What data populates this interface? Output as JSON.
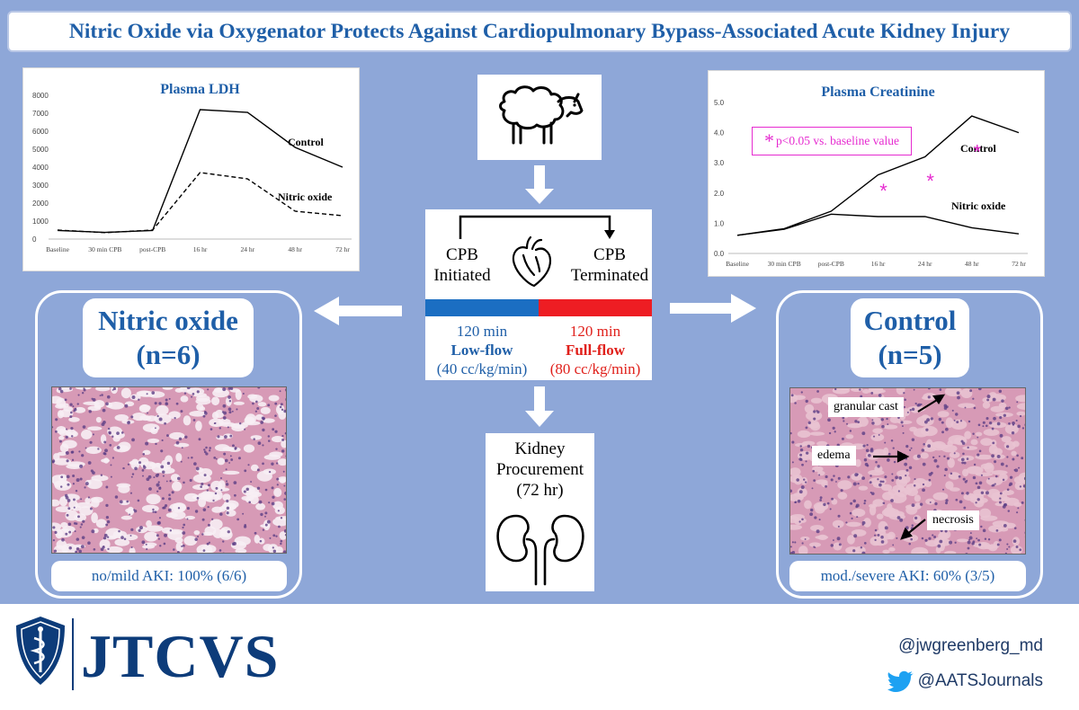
{
  "title": "Nitric Oxide via Oxygenator Protects Against Cardiopulmonary Bypass-Associated Acute Kidney Injury",
  "colors": {
    "blue": "#1f5fa8",
    "red": "#e0201b",
    "bar_blue": "#1b6ec2",
    "bar_red": "#ee1d23",
    "pink": "#e62bd0"
  },
  "chart_data": [
    {
      "type": "line",
      "title": "Plasma LDH",
      "categories": [
        "Baseline",
        "30 min CPB",
        "post-CPB",
        "16 hr",
        "24 hr",
        "48 hr",
        "72 hr"
      ],
      "series": [
        {
          "name": "Control",
          "style": "solid",
          "values": [
            480,
            370,
            480,
            7200,
            7050,
            5100,
            4000
          ]
        },
        {
          "name": "Nitric oxide",
          "style": "dashed",
          "values": [
            500,
            360,
            500,
            3700,
            3350,
            1550,
            1300
          ]
        }
      ],
      "yticks": [
        "0",
        "1000",
        "2000",
        "3000",
        "4000",
        "5000",
        "6000",
        "7000",
        "8000"
      ],
      "ylim": [
        0,
        8000
      ],
      "grid": false
    },
    {
      "type": "line",
      "title": "Plasma Creatinine",
      "categories": [
        "Baseline",
        "30 min CPB",
        "post-CPB",
        "16 hr",
        "24 hr",
        "48 hr",
        "72 hr"
      ],
      "series": [
        {
          "name": "Control",
          "style": "solid",
          "values": [
            0.6,
            0.82,
            1.4,
            2.6,
            3.2,
            4.55,
            4.0
          ]
        },
        {
          "name": "Nitric oxide",
          "style": "solid",
          "values": [
            0.6,
            0.8,
            1.3,
            1.22,
            1.22,
            0.85,
            0.65
          ]
        }
      ],
      "yticks": [
        "0.0",
        "1.0",
        "2.0",
        "3.0",
        "4.0",
        "5.0"
      ],
      "ylim": [
        0,
        5
      ],
      "significance_marks": [
        "16 hr",
        "24 hr",
        "48 hr"
      ],
      "significance_symbol": "*",
      "annotation": "p<0.05 vs. baseline value",
      "grid": false
    }
  ],
  "cpb": {
    "start_line1": "CPB",
    "start_line2": "Initiated",
    "end_line1": "CPB",
    "end_line2": "Terminated",
    "low": {
      "time": "120 min",
      "label": "Low-flow",
      "rate": "(40 cc/kg/min)"
    },
    "full": {
      "time": "120 min",
      "label": "Full-flow",
      "rate": "(80 cc/kg/min)"
    }
  },
  "kidney": {
    "line1": "Kidney",
    "line2": "Procurement",
    "line3": "(72 hr)"
  },
  "nitric_group": {
    "name": "Nitric oxide",
    "n": "(n=6)",
    "result": "no/mild AKI: 100% (6/6)"
  },
  "control_group": {
    "name": "Control",
    "n": "(n=5)",
    "result": "mod./severe AKI: 60% (3/5)",
    "labels": {
      "cast": "granular cast",
      "edema": "edema",
      "necrosis": "necrosis"
    }
  },
  "footer": {
    "journal": "JTCVS",
    "handle1": "@jwgreenberg_md",
    "handle2": "@AATSJournals"
  },
  "icons": [
    "sheep-icon",
    "heart-icon",
    "kidneys-icon",
    "caduceus-shield-icon",
    "twitter-bird-icon"
  ]
}
